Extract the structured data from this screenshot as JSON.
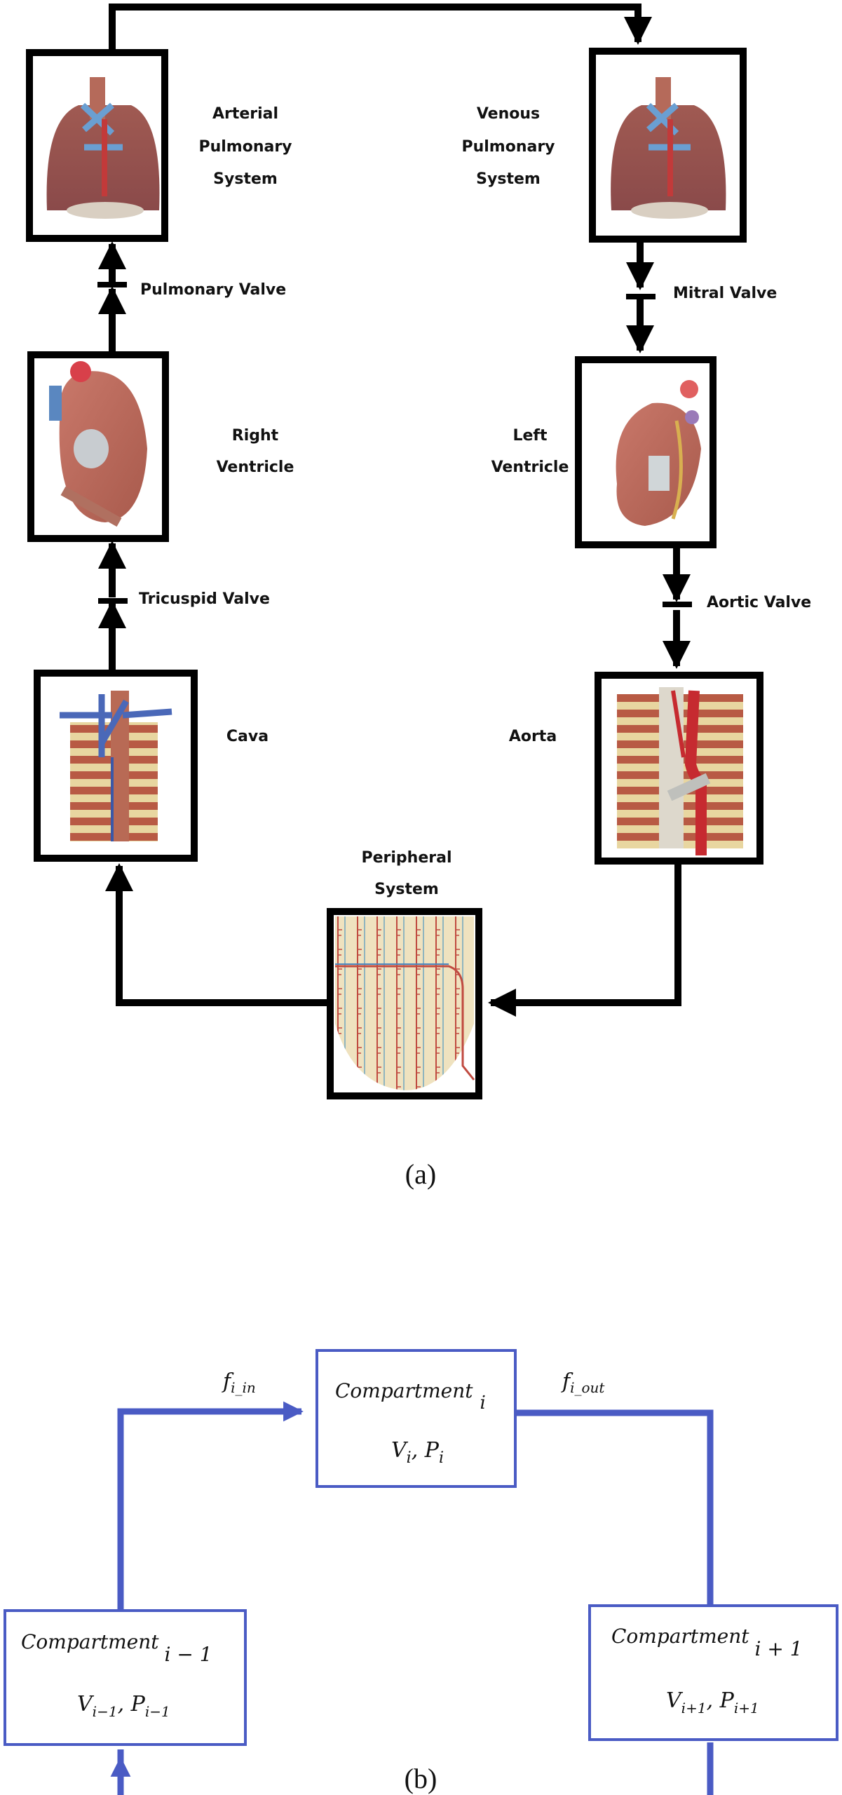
{
  "figure_a": {
    "caption": "(a)",
    "compartments": [
      {
        "id": "arterial-pulmonary",
        "label_lines": [
          "Arterial",
          "Pulmonary",
          "System"
        ],
        "image": "lungs-illustration"
      },
      {
        "id": "venous-pulmonary",
        "label_lines": [
          "Venous",
          "Pulmonary",
          "System"
        ],
        "image": "lungs-illustration"
      },
      {
        "id": "right-ventricle",
        "label_lines": [
          "Right",
          "Ventricle"
        ],
        "image": "heart-right-illustration"
      },
      {
        "id": "left-ventricle",
        "label_lines": [
          "Left",
          "Ventricle"
        ],
        "image": "heart-left-illustration"
      },
      {
        "id": "cava",
        "label_lines": [
          "Cava"
        ],
        "image": "vena-cava-illustration"
      },
      {
        "id": "aorta",
        "label_lines": [
          "Aorta"
        ],
        "image": "aorta-illustration"
      },
      {
        "id": "peripheral",
        "label_lines": [
          "Peripheral",
          "System"
        ],
        "image": "peripheral-vessels-illustration"
      }
    ],
    "valves": {
      "pulmonary": "Pulmonary Valve",
      "mitral": "Mitral Valve",
      "tricuspid": "Tricuspid Valve",
      "aortic": "Aortic Valve"
    },
    "flow": [
      "Arterial Pulmonary System",
      "Venous Pulmonary System",
      "Left Ventricle",
      "Aorta",
      "Peripheral System",
      "Cava",
      "Right Ventricle",
      "Arterial Pulmonary System"
    ]
  },
  "figure_b": {
    "caption": "(b)",
    "accent_color": "#4a5bc4",
    "center": {
      "title": "Compartment",
      "sub": "i",
      "vars": "V",
      "vars_sub": "i",
      "vars2": "P",
      "vars2_sub": "i"
    },
    "left": {
      "title": "Compartment",
      "sub": "i − 1",
      "vars": "V",
      "vars_sub": "i−1",
      "vars2": "P",
      "vars2_sub": "i−1"
    },
    "right": {
      "title": "Compartment",
      "sub": "i + 1",
      "vars": "V",
      "vars_sub": "i+1",
      "vars2": "P",
      "vars2_sub": "i+1"
    },
    "flow_in": {
      "f": "f",
      "sub": "i_in"
    },
    "flow_out": {
      "f": "f",
      "sub": "i_out"
    }
  }
}
